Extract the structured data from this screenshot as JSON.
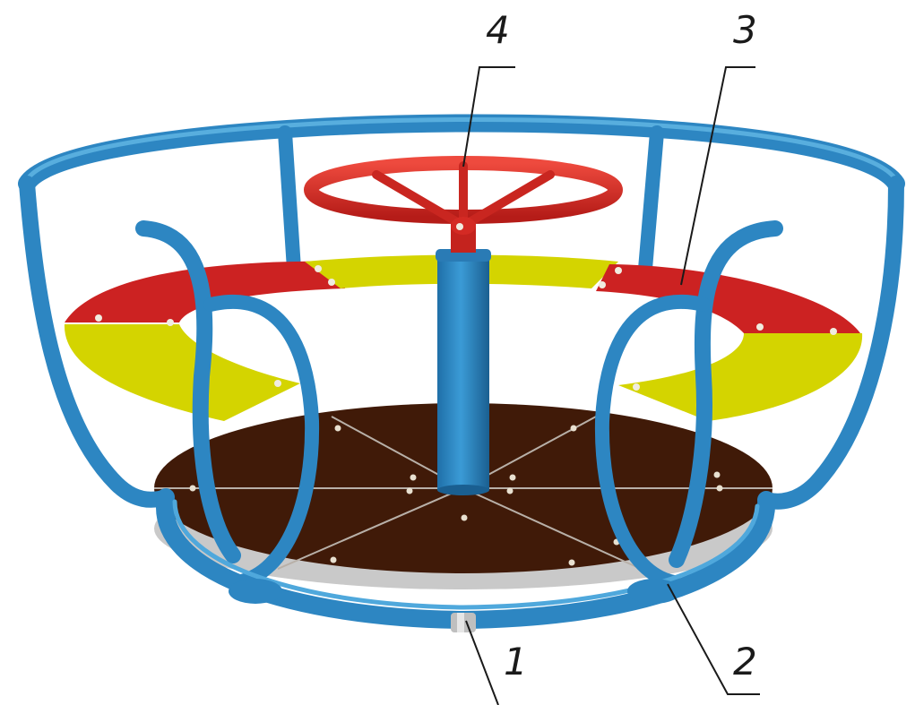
{
  "callouts": [
    {
      "id": "callout-1",
      "label": "1"
    },
    {
      "id": "callout-2",
      "label": "2"
    },
    {
      "id": "callout-3",
      "label": "3"
    },
    {
      "id": "callout-4",
      "label": "4"
    }
  ],
  "colors": {
    "frame": "#2d86c2",
    "frame_dark": "#1d6aa0",
    "wheel": "#d42a24",
    "seat_red": "#cc2222",
    "seat_yellow": "#d4d400",
    "platform": "#401a08",
    "platform_edge": "#c9c9c9",
    "bolt": "#e8e0d0",
    "leader": "#1a1a1a"
  }
}
